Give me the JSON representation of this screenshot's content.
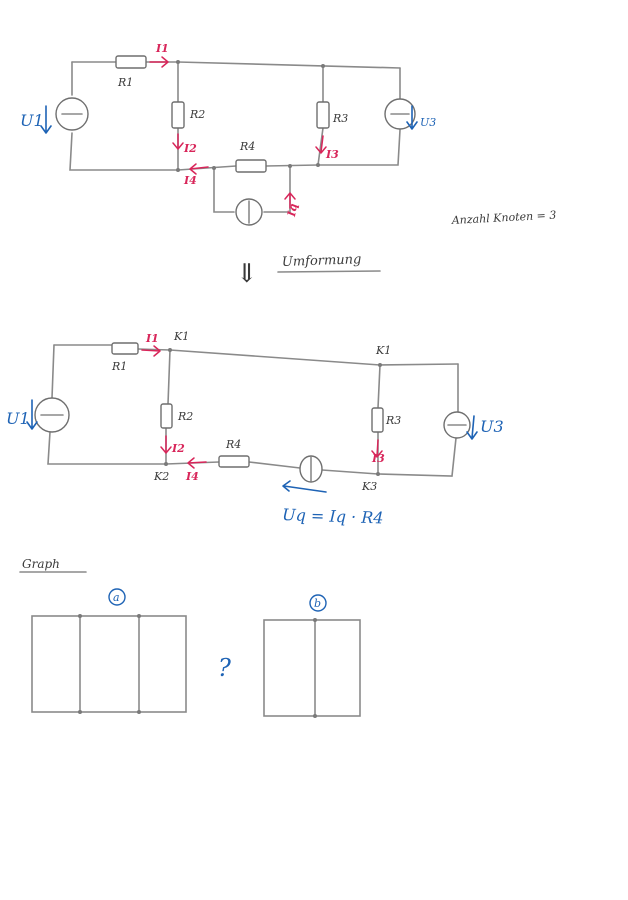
{
  "colors": {
    "wire": "#8a8a8a",
    "current_arrows": "#d8265a",
    "sources": "#1e63b5",
    "text": "#3a3a3a"
  },
  "circuit1": {
    "resistors": {
      "r1": "R1",
      "r2": "R2",
      "r3": "R3",
      "r4": "R4"
    },
    "currents": {
      "i1": "I1",
      "i2": "I2",
      "i3": "I3",
      "i4": "I4",
      "iq": "Iq"
    },
    "sources": {
      "u1": "U1",
      "u3": "U3"
    }
  },
  "node_count_note": "Anzahl Knoten = 3",
  "transform_arrow": "⇓",
  "transform_label": "Umformung",
  "circuit2": {
    "resistors": {
      "r1": "R1",
      "r2": "R2",
      "r3": "R3",
      "r4": "R4"
    },
    "currents": {
      "i1": "I1",
      "i2": "I2",
      "i3": "I3",
      "i4": "I4"
    },
    "sources": {
      "u1": "U1",
      "u3": "U3"
    },
    "nodes": {
      "k1_top": "K1",
      "k1_right": "K1",
      "k2": "K2",
      "k3": "K3"
    },
    "uq_equation": "Uq = Iq · R4"
  },
  "graph_section": {
    "heading": "Graph",
    "graph_a_label": "a",
    "graph_b_label": "b",
    "question_mark": "?"
  }
}
